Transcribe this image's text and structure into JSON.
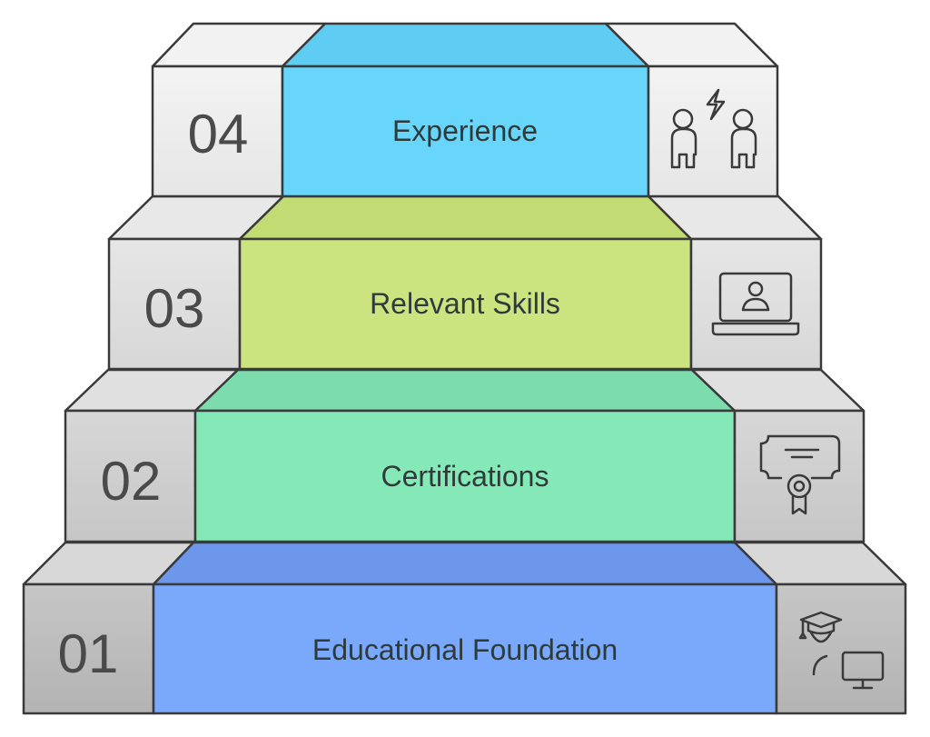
{
  "steps": [
    {
      "number": "01",
      "label": "Educational Foundation",
      "icon": "graduate-computer-icon",
      "color": "#7aa8fa"
    },
    {
      "number": "02",
      "label": "Certifications",
      "icon": "certificate-icon",
      "color": "#85e8b7"
    },
    {
      "number": "03",
      "label": "Relevant Skills",
      "icon": "laptop-user-icon",
      "color": "#cbe47f"
    },
    {
      "number": "04",
      "label": "Experience",
      "icon": "two-people-spark-icon",
      "color": "#68d6fb"
    }
  ],
  "colors": {
    "side_block_top": "#dcdcdc",
    "side_block_bottom": "#a9a9a9",
    "outline": "#3a3a3a"
  }
}
